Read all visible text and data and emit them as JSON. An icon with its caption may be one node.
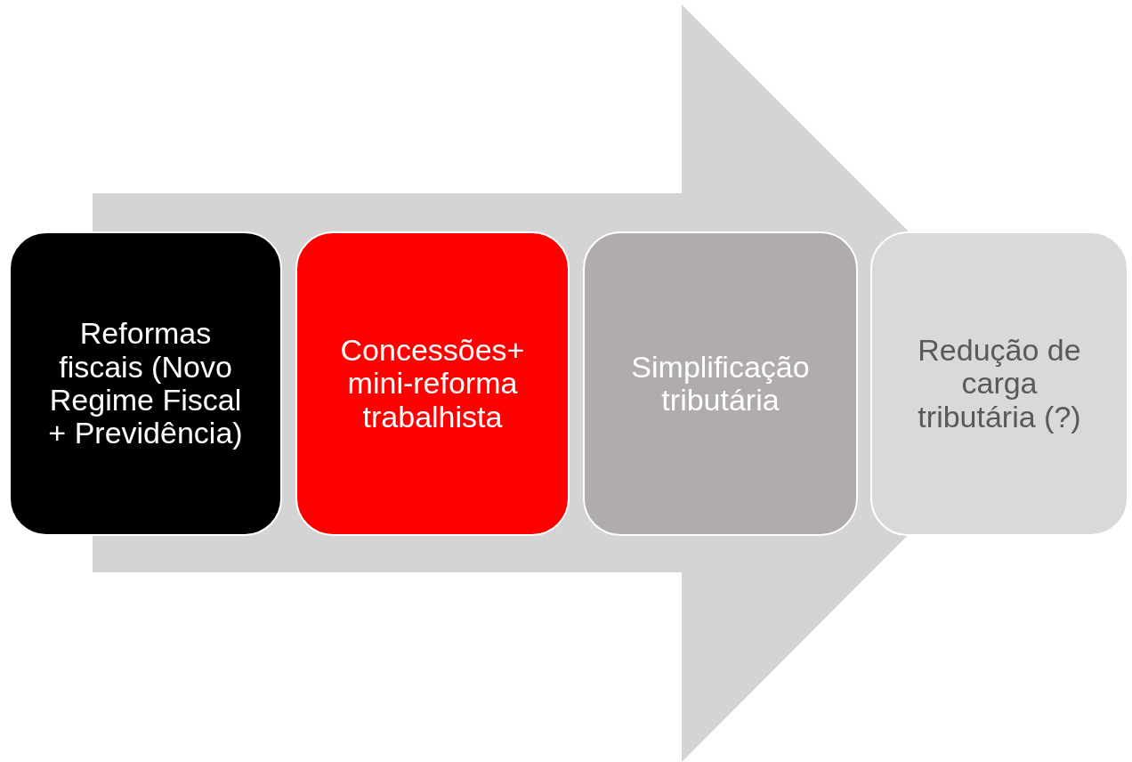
{
  "diagram": {
    "nodes": [
      {
        "text": [
          "Reformas fiscais (Novo Regime Fiscal + Previdência)"
        ]
      },
      {
        "text": [
          "Concessões+ mini-reforma trabalhista"
        ]
      },
      {
        "text": [
          "Simplificação tributária"
        ]
      },
      {
        "text": [
          "Redução de carga tributária (?)"
        ]
      }
    ],
    "edges": [
      {
        "from": 0,
        "to": 3,
        "arrow": "to"
      }
    ]
  }
}
